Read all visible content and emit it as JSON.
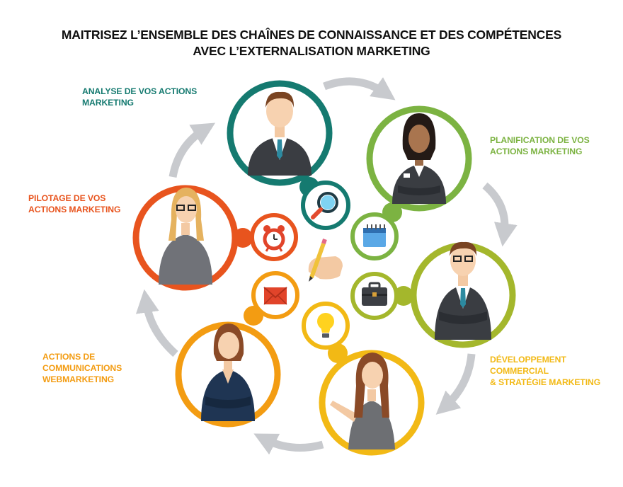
{
  "title": {
    "line1": "MAITRISEZ L’ENSEMBLE DES CHAÎNES DE CONNAISSANCE ET DES COMPÉTENCES",
    "line2": "AVEC L’EXTERNALISATION MARKETING"
  },
  "steps": [
    {
      "lines": [
        "ANALYSE DE VOS ACTIONS",
        "MARKETING"
      ],
      "color": "#157a70",
      "icon": "magnifier-icon",
      "person": "businessman-teal-tie"
    },
    {
      "lines": [
        "PLANIFICATION DE VOS",
        "ACTIONS MARKETING"
      ],
      "color": "#7cb342",
      "icon": "calendar-icon",
      "person": "businesswoman-arms-crossed"
    },
    {
      "lines": [
        "DÉVELOPPEMENT",
        "COMMERCIAL",
        "& STRATÉGIE MARKETING"
      ],
      "color": "#a4b72c",
      "icon": "briefcase-icon",
      "person": "businessman-glasses"
    },
    {
      "lines": [
        "",
        ""
      ],
      "color": "#f2b915",
      "icon": "lightbulb-icon",
      "person": "woman-pointing"
    },
    {
      "lines": [
        "ACTIONS DE",
        "COMMUNICATIONS",
        "WEBMARKETING"
      ],
      "color": "#f39c12",
      "icon": "envelope-icon",
      "person": "businesswoman-navy"
    },
    {
      "lines": [
        "PILOTAGE DE VOS",
        "ACTIONS MARKETING"
      ],
      "color": "#e8541e",
      "icon": "alarm-clock-icon",
      "person": "woman-glasses"
    }
  ],
  "center_icon": "hand-pencil-icon"
}
